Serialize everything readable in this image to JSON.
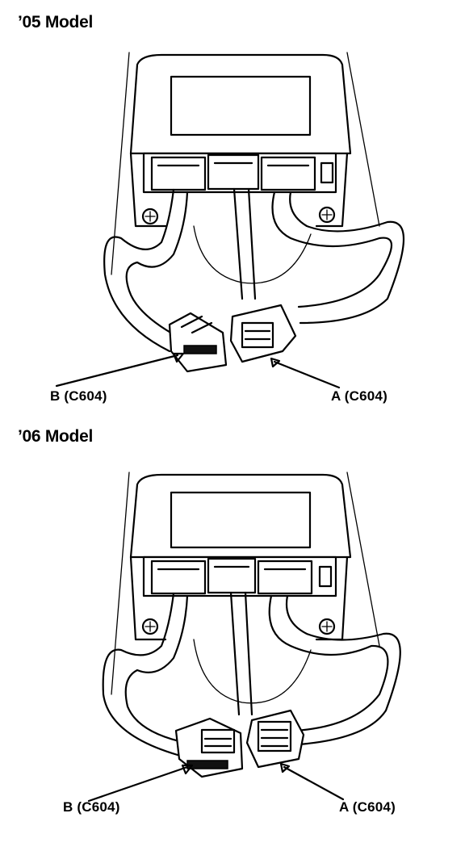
{
  "panels": [
    {
      "title": "’05 Model",
      "label_b": "B (C604)",
      "label_a": "A (C604)"
    },
    {
      "title": "’06 Model",
      "label_b": "B (C604)",
      "label_a": "A (C604)"
    }
  ]
}
